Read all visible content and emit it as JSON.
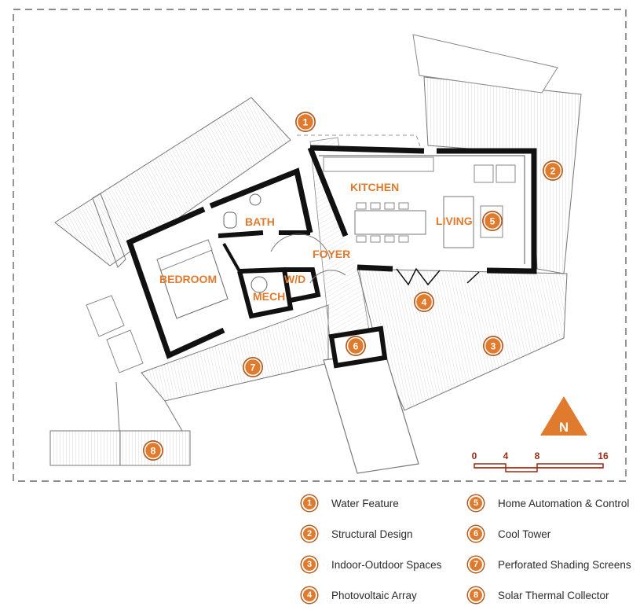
{
  "colors": {
    "accent": "#e07b2e",
    "accent_dark": "#b45a1c",
    "scale_red": "#9b2b16",
    "wall": "#111111",
    "line": "#6a6a6a"
  },
  "rooms": {
    "kitchen": "KITCHEN",
    "living": "LIVING",
    "bath": "BATH",
    "foyer": "FOYER",
    "bedroom": "BEDROOM",
    "wd": "W/D",
    "mech": "MECH"
  },
  "markers": [
    "1",
    "2",
    "3",
    "4",
    "5",
    "6",
    "7",
    "8"
  ],
  "north": {
    "letter": "N"
  },
  "scale": {
    "ticks": [
      "0",
      "4",
      "8",
      "16"
    ]
  },
  "legend": [
    {
      "num": "1",
      "label": "Water Feature"
    },
    {
      "num": "2",
      "label": "Structural Design"
    },
    {
      "num": "3",
      "label": "Indoor-Outdoor  Spaces"
    },
    {
      "num": "4",
      "label": "Photovoltaic Array"
    },
    {
      "num": "5",
      "label": "Home Automation & Control"
    },
    {
      "num": "6",
      "label": "Cool Tower"
    },
    {
      "num": "7",
      "label": "Perforated Shading Screens"
    },
    {
      "num": "8",
      "label": "Solar Thermal Collector"
    }
  ]
}
